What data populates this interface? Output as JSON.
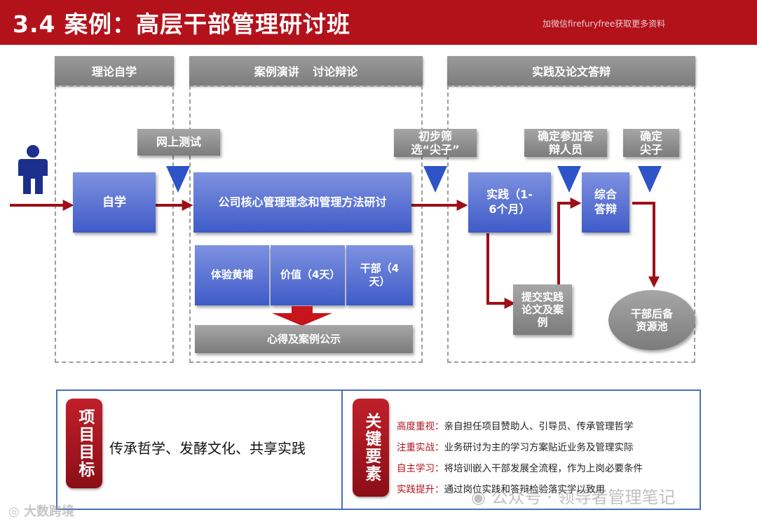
{
  "header": {
    "title": "3.4 案例：高层干部管理研讨班",
    "wechat_note": "加微信firefuryfree获取更多资料"
  },
  "phases": [
    "理论自学",
    "案例演讲 讨论辩论",
    "实践及论文答辩"
  ],
  "flow": {
    "online_test": "网上测试",
    "self_study": "自学",
    "core_seminar": "公司核心管理理念和管理方法研讨",
    "sub_boxes": [
      "体验黄埔",
      "价值（4天）",
      "干部（4天）"
    ],
    "insights": "心得及案例公示",
    "prescreen": "初步筛选“尖子”",
    "practice": "实践（1-6个月）",
    "submit": "提交实践论文及案例",
    "confirm_participants": "确定参加答辩人员",
    "comprehensive_defense": "综合答辩",
    "confirm_top": "确定尖子",
    "reserve_pool": "干部后备资源池"
  },
  "goals": {
    "tag": "项目目标",
    "text": "传承哲学、发酵文化、共享实践"
  },
  "key_elements": {
    "tag": "关键要素",
    "items": [
      {
        "key": "高度重视：",
        "value": "亲自担任项目赞助人、引导员、传承管理哲学"
      },
      {
        "key": "注重实战：",
        "value": "业务研讨为主的学习方案贴近业务及管理实际"
      },
      {
        "key": "自主学习：",
        "value": "将培训嵌入干部发展全流程，作为上岗必要条件"
      },
      {
        "key": "实践提升：",
        "value": "通过岗位实践和答辩检验落实学以致用"
      }
    ]
  },
  "watermarks": {
    "left": "大数跨境",
    "right": "公众号 · 领导者管理笔记"
  },
  "colors": {
    "brand_red": "#b3121b",
    "flow_blue": "#4a63cc",
    "arrow_red": "#9e0f18"
  }
}
